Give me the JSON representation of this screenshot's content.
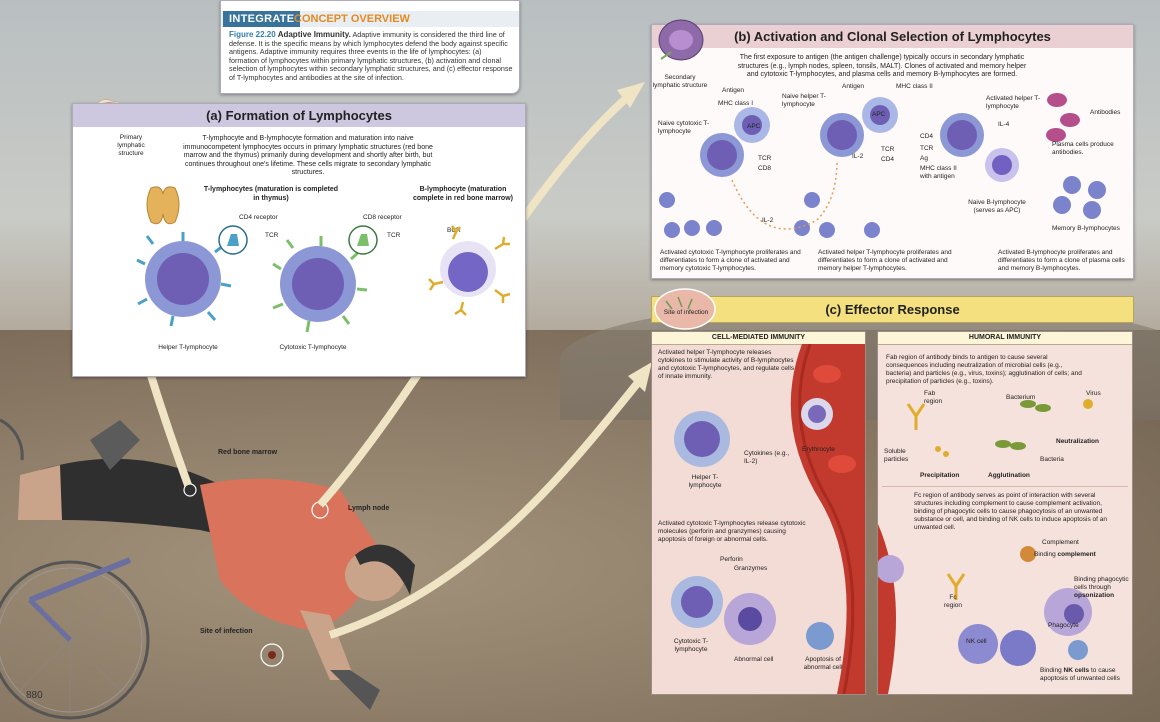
{
  "integrate": {
    "tag": "INTEGRATE",
    "tag2": "CONCEPT OVERVIEW",
    "figure": "Figure 22.20",
    "caption_title": "Adaptive Immunity.",
    "caption_body": "Adaptive immunity is considered the third line of defense. It is the specific means by which lymphocytes defend the body against specific antigens. Adaptive immunity requires three events in the life of lymphocytes: (a) formation of lymphocytes within primary lymphatic structures, (b) activation and clonal selection of lymphocytes within secondary lymphatic structures, and (c) effector response of T-lymphocytes and antibodies at the site of infection."
  },
  "panel_a": {
    "title": "(a) Formation of Lymphocytes",
    "primary_label": "Primary lymphatic structure",
    "intro": "T-lymphocyte and B-lymphocyte formation and maturation into naive immunocompetent lymphocytes occurs in primary lymphatic structures (red bone marrow and the thymus) primarily during development and shortly after birth, but continues throughout one's lifetime. These cells migrate to secondary lymphatic structures.",
    "t_heading": "T-lymphocytes (maturation is completed in thymus)",
    "b_heading": "B-lymphocyte (maturation complete in red bone marrow)",
    "cd4": "CD4 receptor",
    "cd8": "CD8 receptor",
    "tcr1": "TCR",
    "tcr2": "TCR",
    "bcr": "BCR",
    "helper": "Helper T-lymphocyte",
    "cytotoxic": "Cytotoxic T-lymphocyte"
  },
  "panel_b": {
    "title": "(b) Activation and Clonal Selection of Lymphocytes",
    "secondary_label": "Secondary lymphatic structure",
    "intro": "The first exposure to antigen (the antigen challenge) typically occurs in secondary lymphatic structures (e.g., lymph nodes, spleen, tonsils, MALT). Clones of activated and memory helper and cytotoxic T-lymphocytes, and plasma cells and memory B-lymphocytes are formed.",
    "antigen1": "Antigen",
    "mhc1": "MHC class I",
    "apc1": "APC",
    "naive_cyto": "Naive cytotoxic T-lymphocyte",
    "tcr_a": "TCR",
    "cd8": "CD8",
    "naive_helper": "Naive helper T-lymphocyte",
    "antigen2": "Antigen",
    "mhc2": "MHC class II",
    "apc2": "APC",
    "il2a": "IL-2",
    "tcr_b": "TCR",
    "cd4_b": "CD4",
    "il2b": "IL-2",
    "activated_helper": "Activated helper T-lymphocyte",
    "il4": "IL-4",
    "cd4_c": "CD4",
    "tcr_c": "TCR",
    "ag": "Ag",
    "mhc2_ag": "MHC class II with antigen",
    "naive_b": "Naive B-lymphocyte (serves as APC)",
    "antibodies": "Antibodies",
    "plasma": "Plasma cells produce antibodies.",
    "memory_b": "Memory B-lymphocytes",
    "bottom1": "Activated cytotoxic T-lymphocyte proliferates and differentiates to form a clone of activated and memory cytotoxic T-lymphocytes.",
    "bottom2": "Activated helper T-lymphocyte proliferates and differentiates to form a clone of activated and memory helper T-lymphocytes.",
    "bottom3": "Activated B-lymphocyte proliferates and differentiates to form a clone of plasma cells and memory B-lymphocytes."
  },
  "panel_c": {
    "title": "(c) Effector Response",
    "site_label": "Site of infection",
    "cell_header": "CELL-MEDIATED IMMUNITY",
    "humoral_header": "HUMORAL IMMUNITY",
    "cm_text1": "Activated helper T-lymphocyte releases cytokines to stimulate activity of B-lymphocytes and cytotoxic T-lymphocytes, and regulate cells of innate immunity.",
    "cytokines": "Cytokines (e.g., IL-2)",
    "erythrocyte": "Erythrocyte",
    "helper": "Helper T-lymphocyte",
    "cm_text2": "Activated cytotoxic T-lymphocytes release cytotoxic molecules (perforin and granzymes) causing apoptosis of foreign or abnormal cells.",
    "perforin": "Perforin",
    "granzymes": "Granzymes",
    "cytotoxic": "Cytotoxic T-lymphocyte",
    "abnormal": "Abnormal cell",
    "apoptosis": "Apoptosis of abnormal cell",
    "hu_text1": "Fab region of antibody binds to antigen to cause several consequences including neutralization of microbial cells (e.g., bacteria) and particles (e.g., virus, toxins); agglutination of cells; and precipitation of particles (e.g., toxins).",
    "fab": "Fab region",
    "bacterium": "Bacterium",
    "virus": "Virus",
    "neutralization": "Neutralization",
    "soluble": "Soluble particles",
    "bacteria": "Bacteria",
    "precipitation": "Precipitation",
    "agglutination": "Agglutination",
    "hu_text2": "Fc region of antibody serves as point of interaction with several structures including complement to cause complement activation, binding of phagocytic cells to cause phagocytosis of an unwanted substance or cell, and binding of NK cells to induce apoptosis of an unwanted cell.",
    "complement": "Complement",
    "binding_complement_pre": "Binding ",
    "binding_complement_b": "complement",
    "fc": "Fc region",
    "binding_phago": "Binding phagocytic cells through",
    "opsonization": "opsonization",
    "phagocyte": "Phagocyte",
    "nk": "NK cell",
    "binding_nk_pre": "Binding ",
    "binding_nk_b": "NK cells",
    "binding_nk_post": " to cause apoptosis of unwanted cells"
  },
  "body_labels": {
    "red_bone_marrow": "Red bone marrow",
    "lymph_node": "Lymph node",
    "site_of_infection": "Site of infection"
  },
  "page_number": "880",
  "colors": {
    "panel_a_title": "#cdc8e0",
    "panel_b_title": "#ebd0d3",
    "panel_c_title": "#f4e07e",
    "integrate_blue": "#37739b",
    "concept_orange": "#e58a1f",
    "lymphocyte": "#7a86c9",
    "receptor_green": "#5a9a68",
    "shirt": "#d9735c"
  }
}
